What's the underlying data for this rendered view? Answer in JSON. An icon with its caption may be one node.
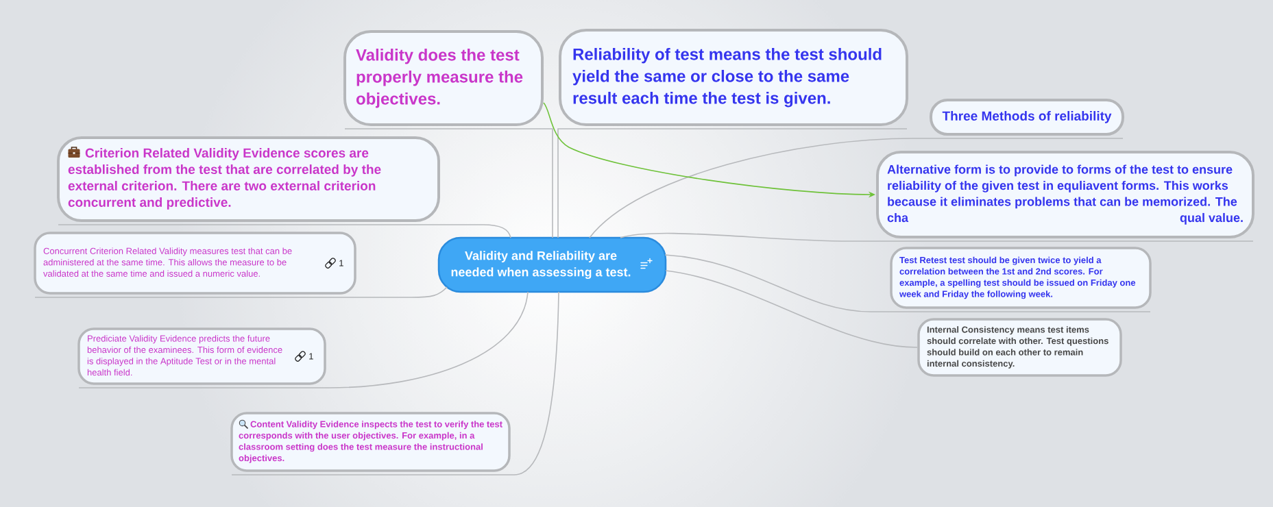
{
  "diagram": {
    "nodes": [
      {
        "text": [
          "Validity and Reliability are needed when assessing a test."
        ]
      },
      {
        "text": [
          "Validity does the test properly measure the objectives."
        ]
      },
      {
        "text": [
          "Reliability of test means the test should yield the same or close to the same result each time the test is given."
        ]
      },
      {
        "text": [
          "Three Methods of reliability"
        ]
      },
      {
        "text": [
          "Alternative form is to provide to forms of the test to ensure reliability of the given test in equliavent forms. This works because it eliminates problems that can be memorized. The cha",
          "qual value."
        ]
      },
      {
        "text": [
          "Criterion Related Validity Evidence scores are established from the test that are correlated by the external criterion. There are two external criterion concurrent and predictive."
        ]
      },
      {
        "text": [
          "Test Retest test should be given twice to yield a correlation between the 1st and 2nd scores. For example, a spelling test should be issued on Friday one week and Friday the following week."
        ]
      },
      {
        "text": [
          "Concurrent Criterion Related Validity measures test that can be administered at the same time. This allows the measure to be validated at the same time and issued a numeric value.",
          "1"
        ]
      },
      {
        "text": [
          "Internal Consistency means test items should correlate with other. Test questions should build on each other to remain internal consistency."
        ]
      },
      {
        "text": [
          "Prediciate Validity Evidence predicts the future behavior of the examinees. This form of evidence is displayed in the Aptitude Test or in the mental health field.",
          "1"
        ]
      },
      {
        "text": [
          "Content Validity Evidence inspects the test to verify the test corresponds with the user objectives. For example, in a classroom setting does the test measure the instructional objectives."
        ]
      }
    ],
    "edges": [
      {
        "from": 0,
        "to": 1,
        "arrow": "none"
      },
      {
        "from": 0,
        "to": 2,
        "arrow": "none"
      },
      {
        "from": 0,
        "to": 3,
        "arrow": "none"
      },
      {
        "from": 0,
        "to": 4,
        "arrow": "none"
      },
      {
        "from": 0,
        "to": 5,
        "arrow": "none"
      },
      {
        "from": 0,
        "to": 6,
        "arrow": "none"
      },
      {
        "from": 0,
        "to": 7,
        "arrow": "none"
      },
      {
        "from": 0,
        "to": 8,
        "arrow": "none"
      },
      {
        "from": 0,
        "to": 9,
        "arrow": "none"
      },
      {
        "from": 0,
        "to": 10,
        "arrow": "none"
      },
      {
        "from": 1,
        "to": 4,
        "arrow": "to",
        "color": "#6fc23a"
      }
    ]
  }
}
